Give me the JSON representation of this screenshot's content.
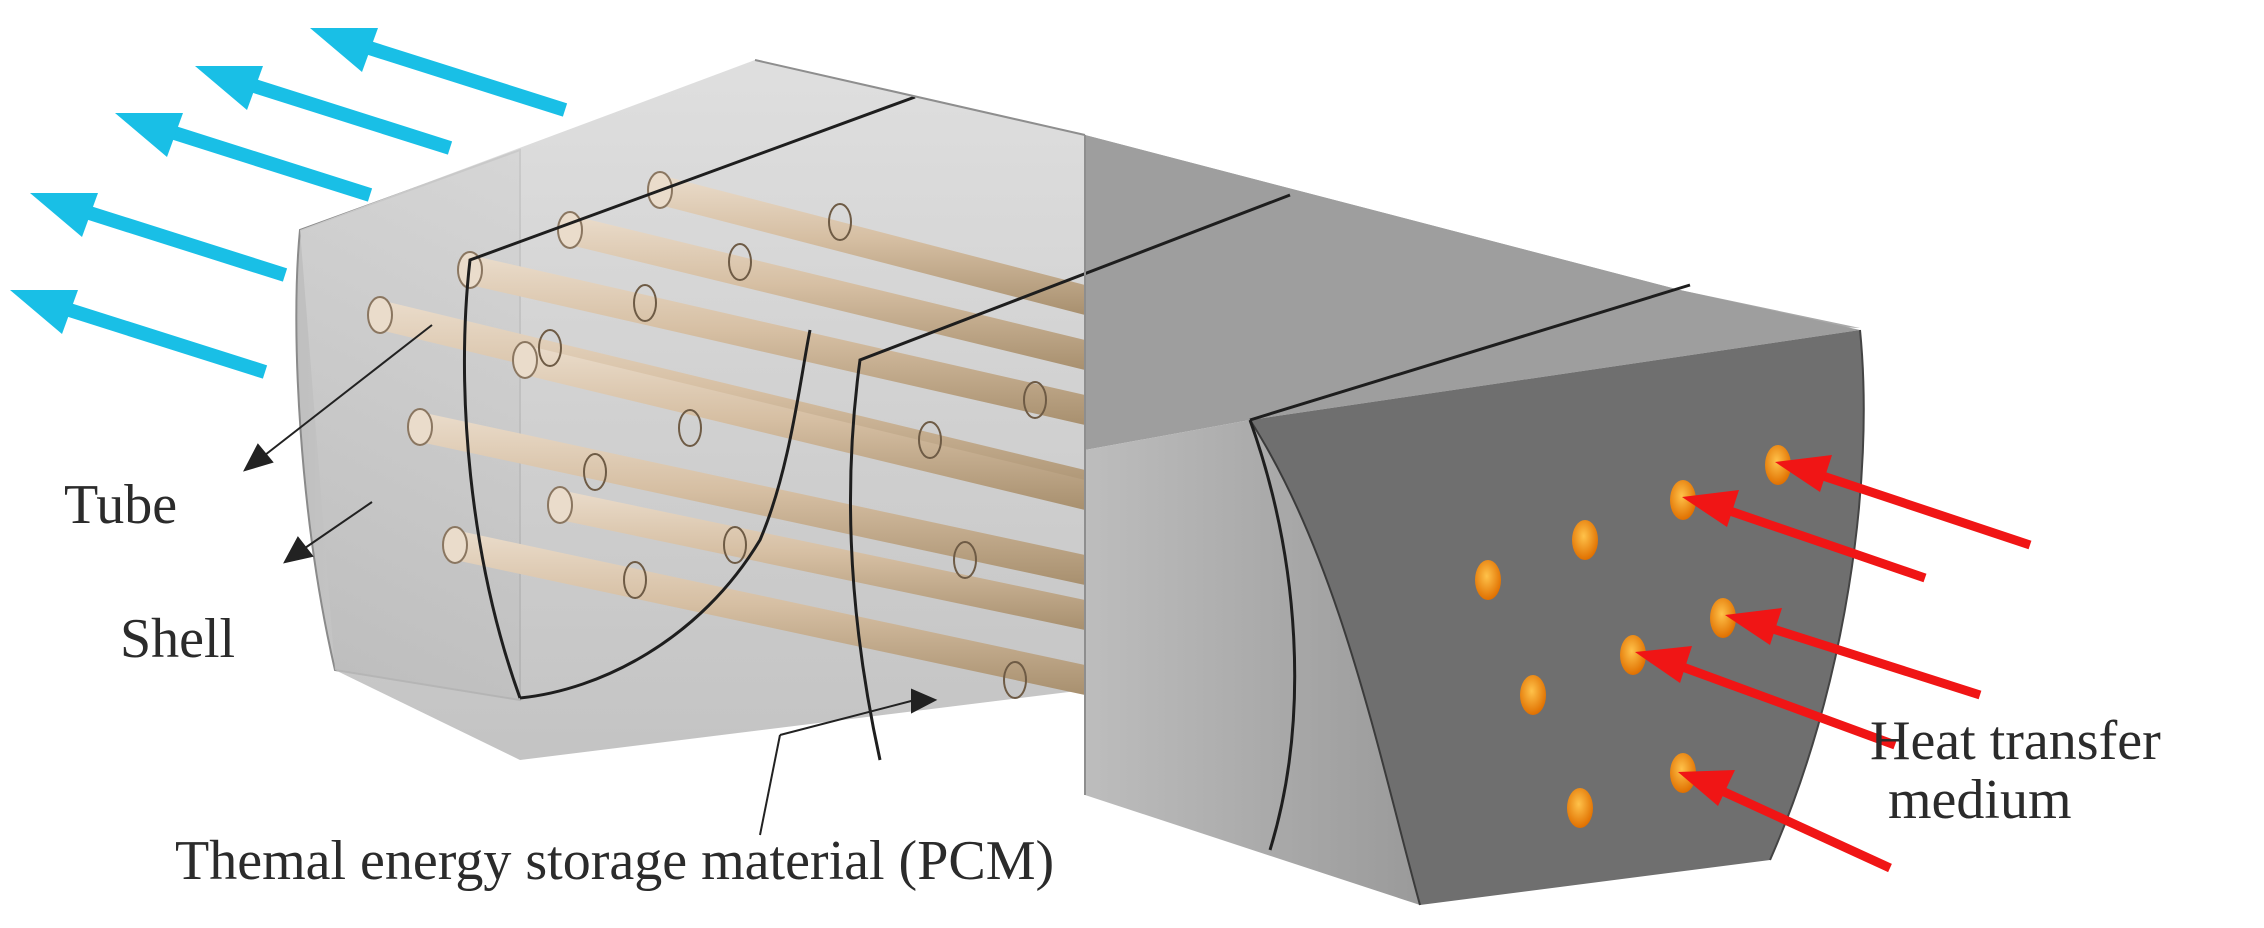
{
  "labels": {
    "tube": "Tube",
    "shell": "Shell",
    "pcm": "Themal energy storage material (PCM)",
    "heat_transfer_line1": "Heat transfer",
    "heat_transfer_line2": "medium"
  },
  "colors": {
    "outlet_arrow": "#19bfe6",
    "inlet_arrow": "#f01515",
    "tube_fill": "#d8c3a8",
    "tube_port": "#f39a1a",
    "shell_front_face": "#6f6f6f",
    "shell_top": "#a9a9a9",
    "shell_side": "#c9c9c9"
  }
}
